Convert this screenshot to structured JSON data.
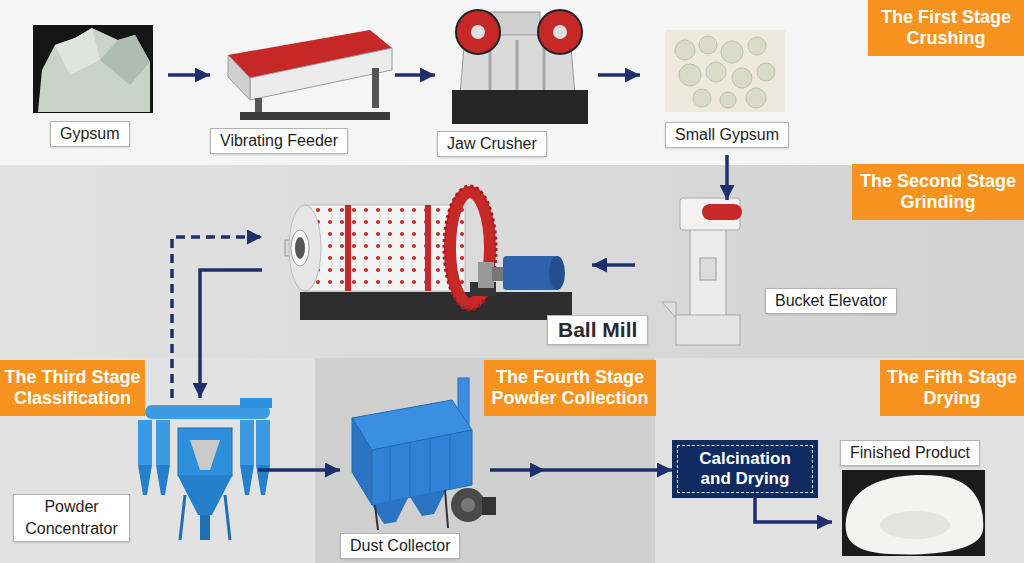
{
  "diagram": {
    "nodes": [
      {
        "text": [
          "Gypsum"
        ]
      },
      {
        "text": [
          "Vibrating Feeder"
        ]
      },
      {
        "text": [
          "Jaw Crusher"
        ]
      },
      {
        "text": [
          "Small Gypsum"
        ]
      },
      {
        "text": [
          "The First Stage",
          "Crushing"
        ]
      },
      {
        "text": [
          "The Second Stage",
          "Grinding"
        ]
      },
      {
        "text": [
          "Ball Mill"
        ]
      },
      {
        "text": [
          "Bucket Elevator"
        ]
      },
      {
        "text": [
          "The Third Stage",
          "Classification"
        ]
      },
      {
        "text": [
          "The Fourth Stage",
          "Powder Collection"
        ]
      },
      {
        "text": [
          "The Fifth Stage",
          "Drying"
        ]
      },
      {
        "text": [
          "Powder Concentrator"
        ]
      },
      {
        "text": [
          "Dust Collector"
        ]
      },
      {
        "text": [
          "Calcination and Drying"
        ]
      },
      {
        "text": [
          "Finished Product"
        ]
      }
    ],
    "edges": [
      {
        "from": 0,
        "to": 1,
        "arrow": "to"
      },
      {
        "from": 1,
        "to": 2,
        "arrow": "to"
      },
      {
        "from": 2,
        "to": 3,
        "arrow": "to"
      },
      {
        "from": 3,
        "to": 7,
        "arrow": "to"
      },
      {
        "from": 7,
        "to": 6,
        "arrow": "to"
      },
      {
        "from": 6,
        "to": 11,
        "arrow": "to"
      },
      {
        "from": 11,
        "to": 6,
        "arrow": "to"
      },
      {
        "from": 11,
        "to": 12,
        "arrow": "to"
      },
      {
        "from": 12,
        "to": 13,
        "arrow": "to"
      },
      {
        "from": 13,
        "to": 14,
        "arrow": "to"
      }
    ]
  }
}
